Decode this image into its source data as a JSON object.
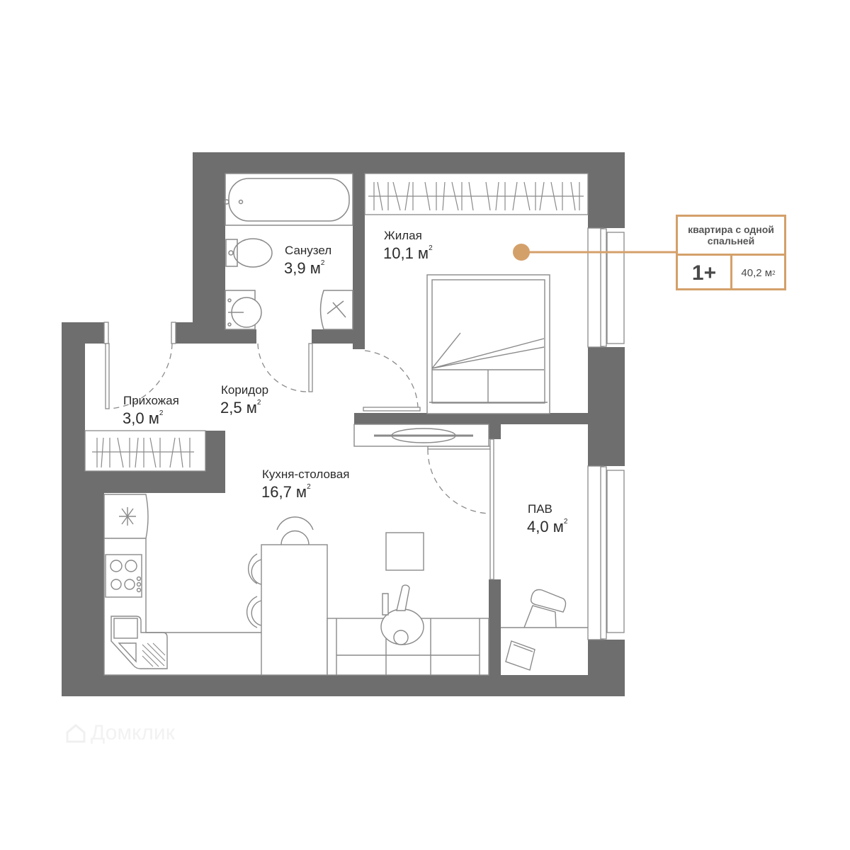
{
  "plan": {
    "wall_color": "#6e6e6e",
    "line_color": "#8a8a8a",
    "accent_color": "#d4a06a",
    "rooms": [
      {
        "id": "bathroom",
        "name": "Санузел",
        "area": "3,9 м",
        "sup": "2"
      },
      {
        "id": "living",
        "name": "Жилая",
        "area": "10,1 м",
        "sup": "2"
      },
      {
        "id": "hall",
        "name": "Прихожая",
        "area": "3,0 м",
        "sup": "2"
      },
      {
        "id": "corridor",
        "name": "Коридор",
        "area": "2,5 м",
        "sup": "2"
      },
      {
        "id": "kitchen",
        "name": "Кухня-столовая",
        "area": "16,7 м",
        "sup": "2"
      },
      {
        "id": "loggia",
        "name": "ПАВ",
        "area": "4,0 м",
        "sup": "2"
      }
    ]
  },
  "info_card": {
    "type_label": "квартира с одной спальней",
    "rooms_label": "1+",
    "total_area": "40,2 м",
    "total_area_sup": "2"
  },
  "watermark": {
    "icon": "house-icon",
    "text": "Домклик"
  }
}
